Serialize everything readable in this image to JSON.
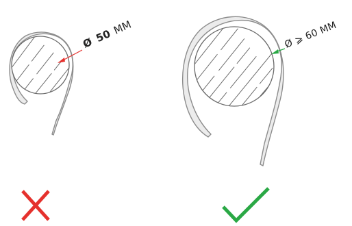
{
  "panels": {
    "wrong": {
      "diameter_label": {
        "symbol": "Ø",
        "value": "50",
        "unit": "MM"
      },
      "status": "incorrect",
      "status_icon": "cross-icon",
      "arrow_color": "#e5312d"
    },
    "right": {
      "diameter_label": {
        "symbol": "Ø",
        "relation": "⩾",
        "value": "60",
        "unit": "MM"
      },
      "status": "correct",
      "status_icon": "check-icon",
      "arrow_color": "#2aa845"
    }
  },
  "colors": {
    "cross": "#e5312d",
    "check": "#2aa845",
    "strap_fill": "#e9e9e9",
    "strap_stroke": "#8c8c8c",
    "hatch": "#6d6d6d",
    "label": "#222222"
  }
}
